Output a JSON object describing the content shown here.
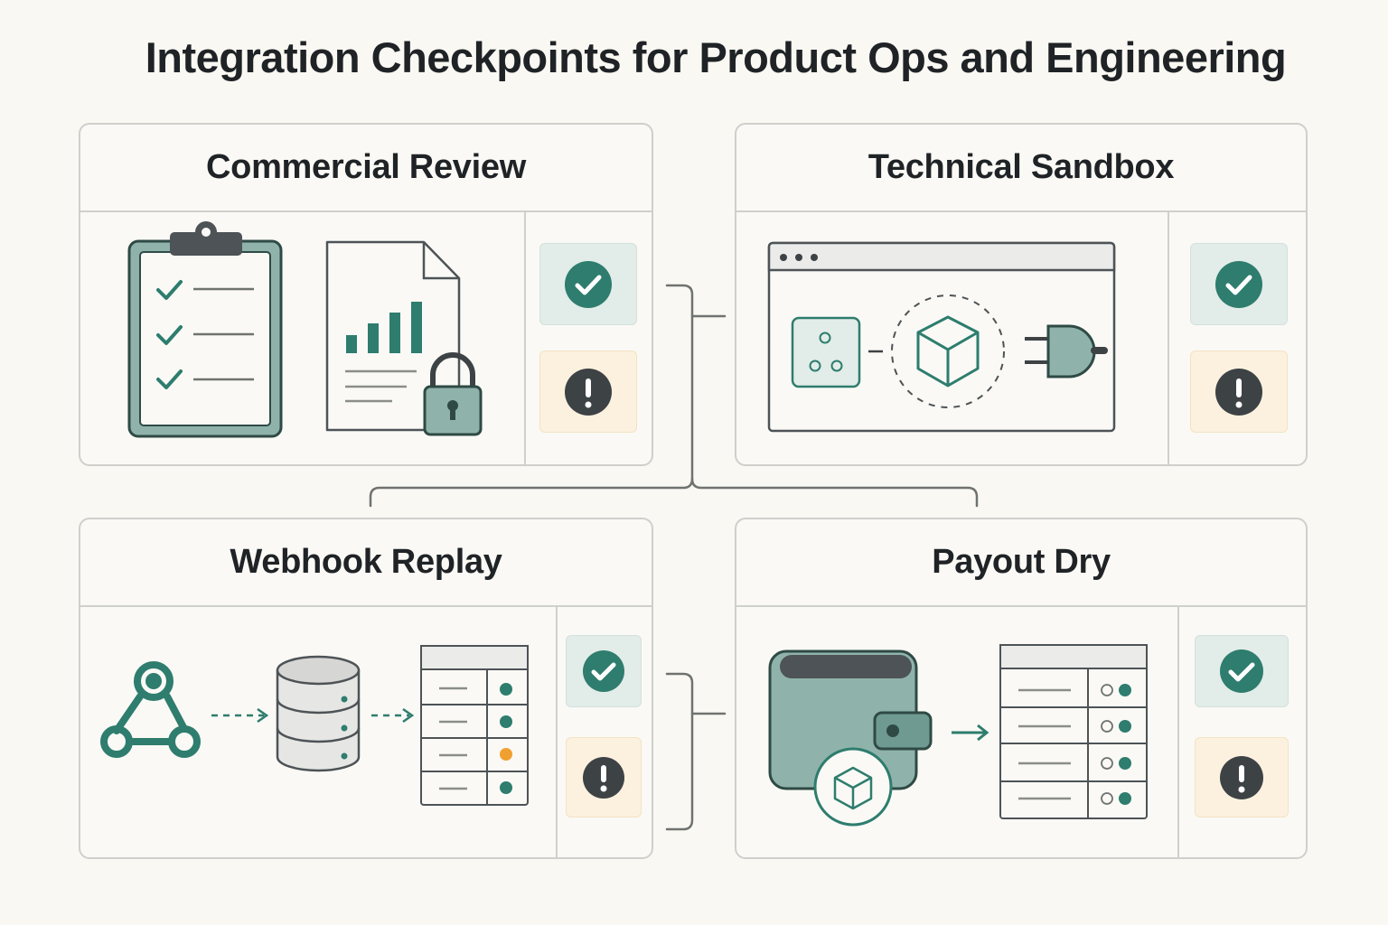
{
  "title": "Integration Checkpoints for Product Ops and Engineering",
  "colors": {
    "teal": "#2e7d6e",
    "teal_light": "#8fb3ab",
    "gray_dark": "#3d4245",
    "ok_tile": "#e2ece8",
    "warn_tile": "#fcf1df",
    "warn_dot": "#f0a030"
  },
  "panels": [
    {
      "title": "Commercial Review",
      "icons": [
        "clipboard-checklist-icon",
        "document-chart-icon",
        "padlock-icon"
      ],
      "status": [
        "check-circle-icon",
        "exclamation-circle-icon"
      ]
    },
    {
      "title": "Technical Sandbox",
      "icons": [
        "browser-window-icon",
        "socket-icon",
        "cube-icon",
        "plug-icon"
      ],
      "status": [
        "check-circle-icon",
        "exclamation-circle-icon"
      ]
    },
    {
      "title": "Webhook Replay",
      "icons": [
        "webhook-icon",
        "database-icon",
        "status-table-icon"
      ],
      "row_status": [
        "ok",
        "ok",
        "warn",
        "ok"
      ],
      "status": [
        "check-circle-icon",
        "exclamation-circle-icon"
      ]
    },
    {
      "title": "Payout Dry",
      "icons": [
        "wallet-icon",
        "cube-badge-icon",
        "arrow-right-icon",
        "status-table-icon"
      ],
      "status": [
        "check-circle-icon",
        "exclamation-circle-icon"
      ]
    }
  ]
}
